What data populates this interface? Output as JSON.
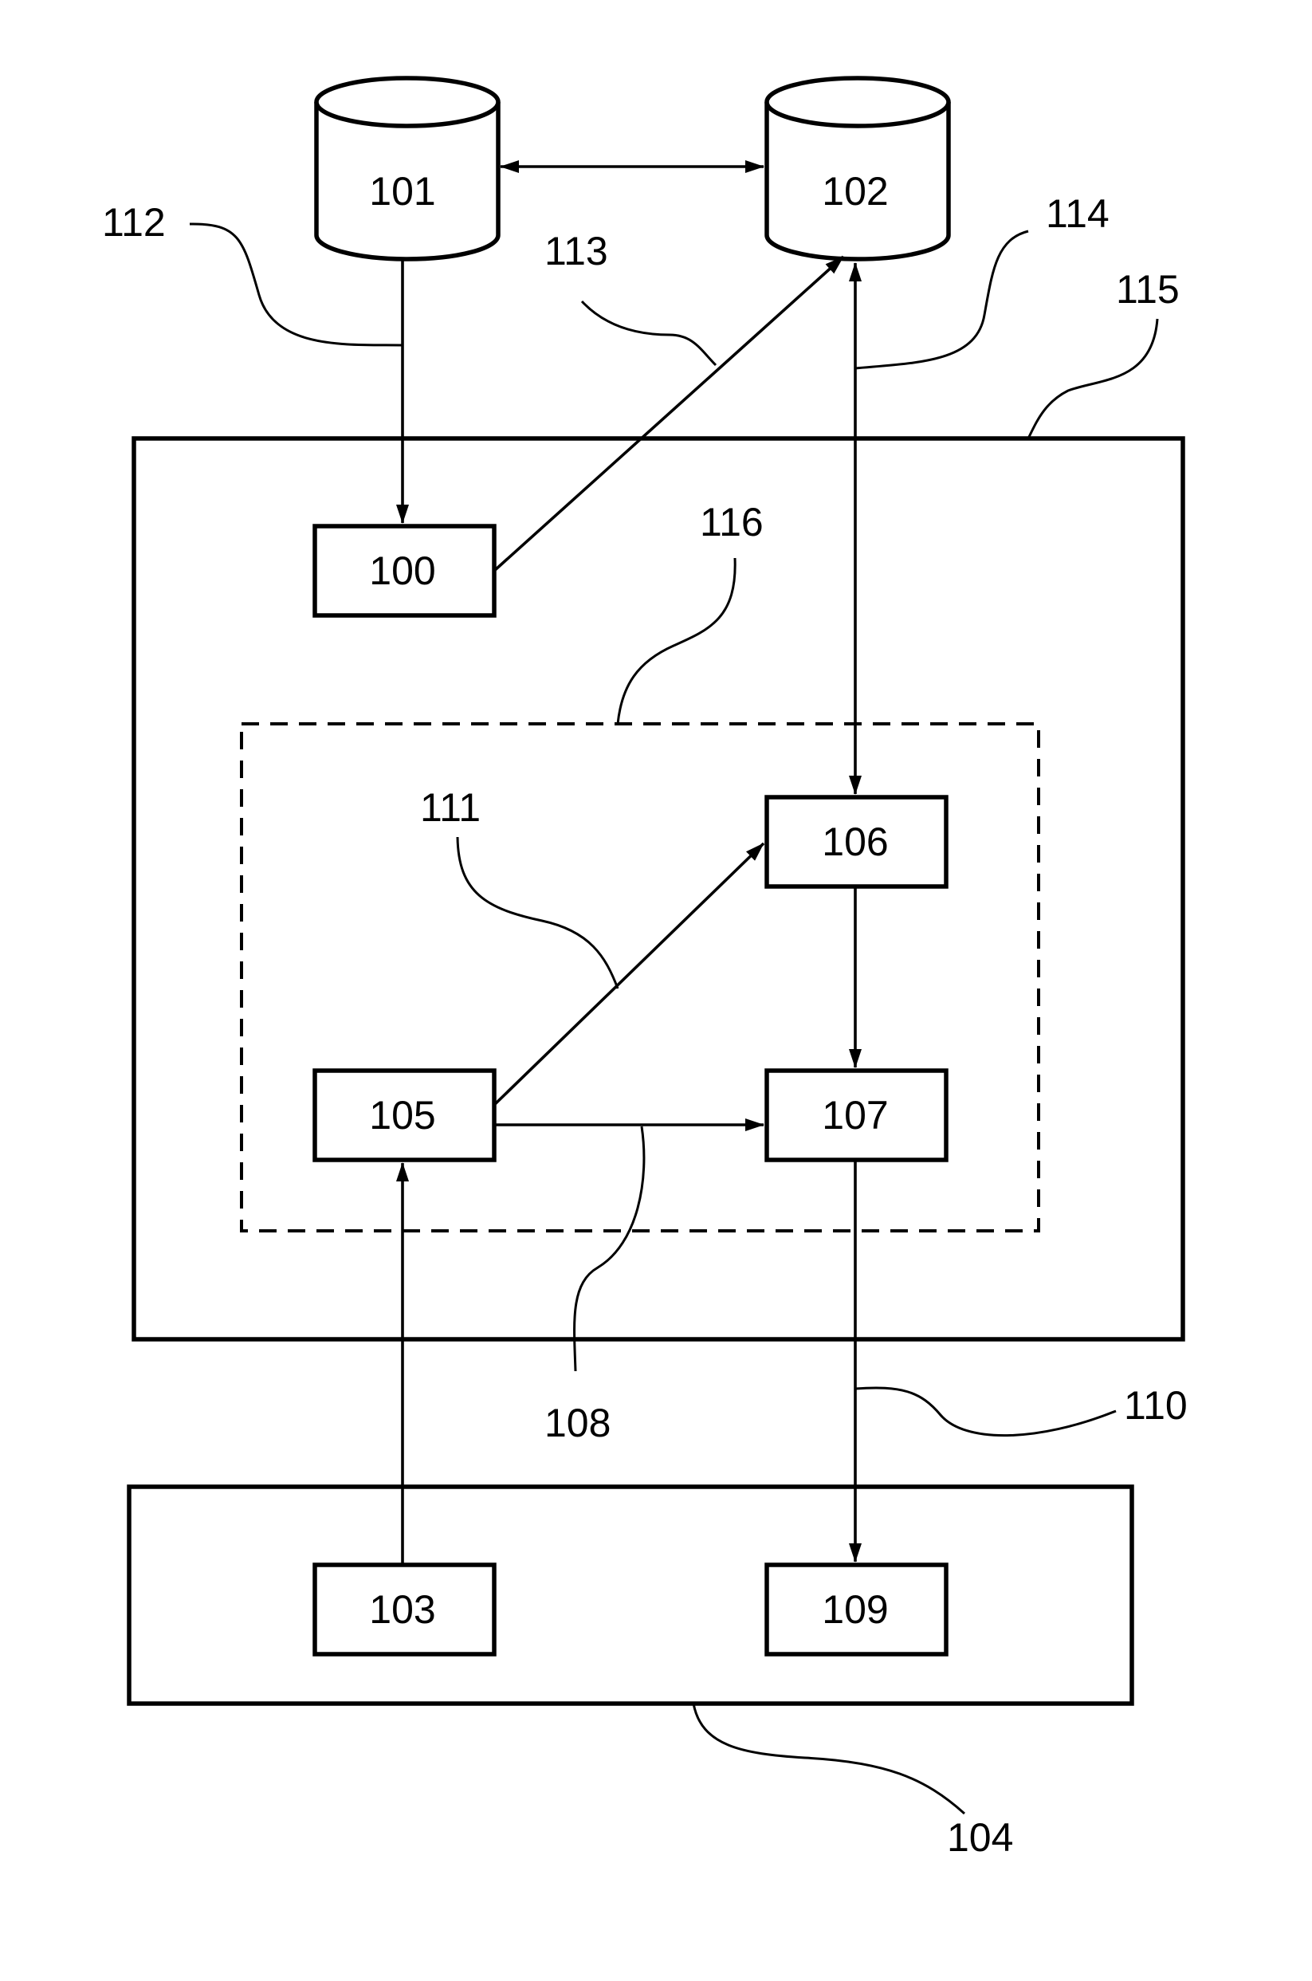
{
  "nodes": {
    "n101": "101",
    "n102": "102",
    "n100": "100",
    "n105": "105",
    "n106": "106",
    "n107": "107",
    "n103": "103",
    "n109": "109"
  },
  "refs": {
    "r104": "104",
    "r108": "108",
    "r110": "110",
    "r111": "111",
    "r112": "112",
    "r113": "113",
    "r114": "114",
    "r115": "115",
    "r116": "116"
  }
}
